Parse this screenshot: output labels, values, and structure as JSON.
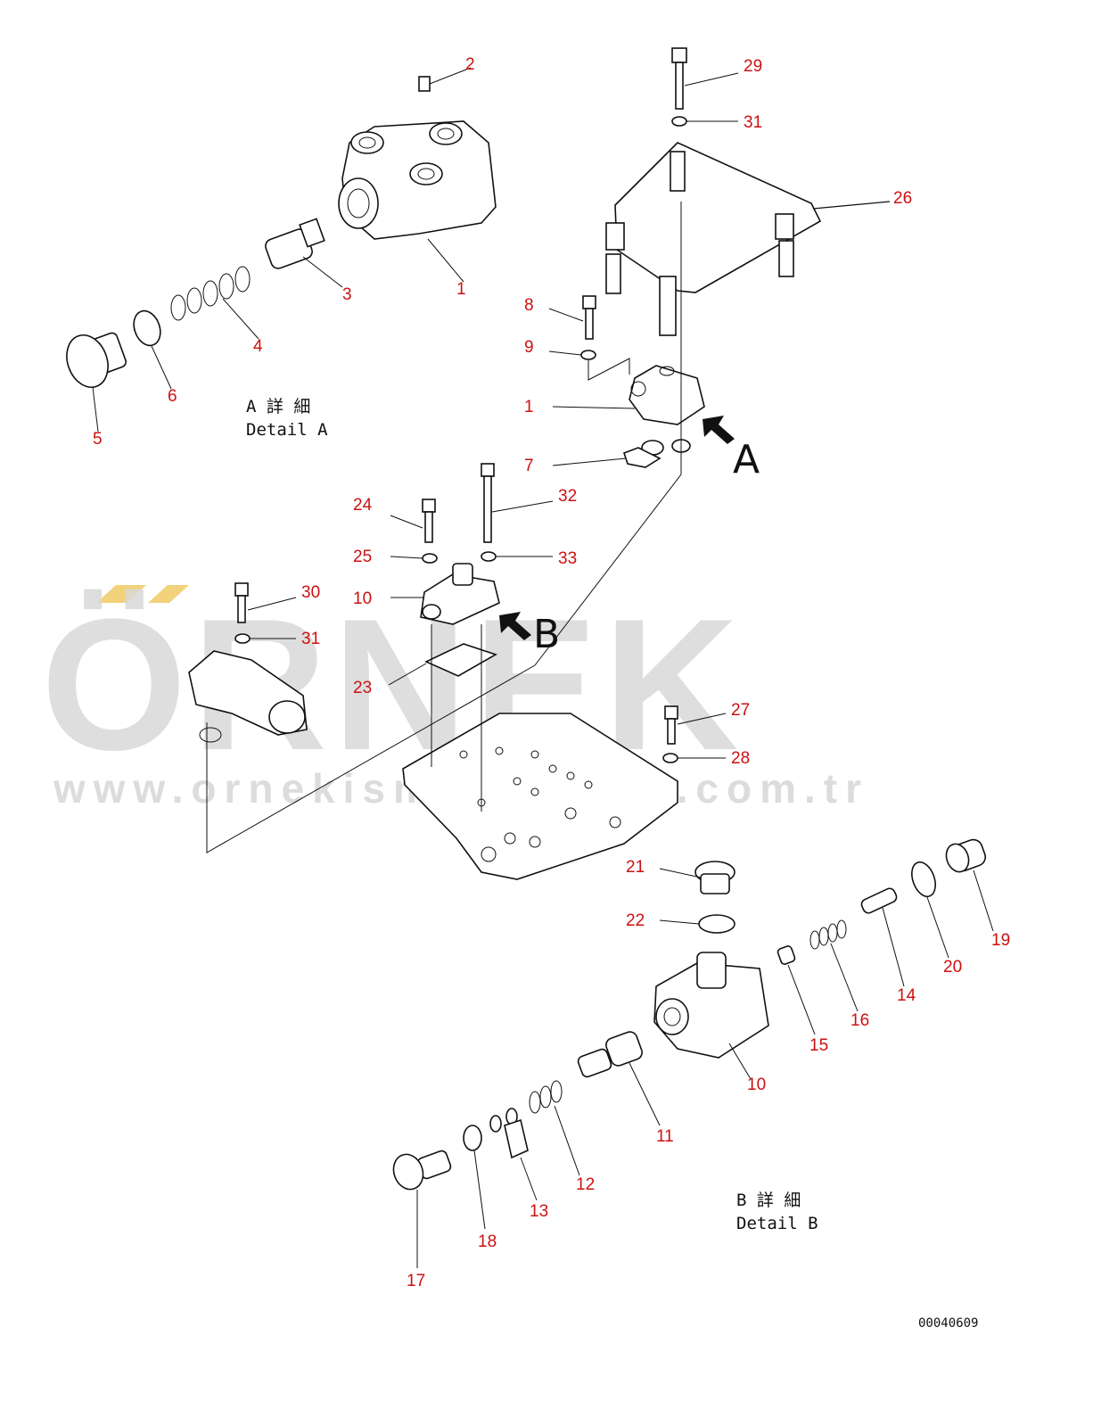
{
  "drawing_number": "00040609",
  "watermark": {
    "brand": "ÖRNEK",
    "url": "www.ornekismakinalari.com.tr"
  },
  "detail_a": {
    "jp": "A 詳 細",
    "en": "Detail A",
    "marker": "A"
  },
  "detail_b": {
    "jp": "B 詳 細",
    "en": "Detail B",
    "marker": "B"
  },
  "callouts": [
    {
      "id": "c2",
      "label": "2"
    },
    {
      "id": "c29",
      "label": "29"
    },
    {
      "id": "c31a",
      "label": "31"
    },
    {
      "id": "c26",
      "label": "26"
    },
    {
      "id": "c3",
      "label": "3"
    },
    {
      "id": "c1a",
      "label": "1"
    },
    {
      "id": "c4",
      "label": "4"
    },
    {
      "id": "c8",
      "label": "8"
    },
    {
      "id": "c9",
      "label": "9"
    },
    {
      "id": "c6",
      "label": "6"
    },
    {
      "id": "c1b",
      "label": "1"
    },
    {
      "id": "c5",
      "label": "5"
    },
    {
      "id": "c7",
      "label": "7"
    },
    {
      "id": "c24",
      "label": "24"
    },
    {
      "id": "c32",
      "label": "32"
    },
    {
      "id": "c25",
      "label": "25"
    },
    {
      "id": "c33",
      "label": "33"
    },
    {
      "id": "c30",
      "label": "30"
    },
    {
      "id": "c10a",
      "label": "10"
    },
    {
      "id": "c31b",
      "label": "31"
    },
    {
      "id": "c23",
      "label": "23"
    },
    {
      "id": "c27",
      "label": "27"
    },
    {
      "id": "c28",
      "label": "28"
    },
    {
      "id": "c21",
      "label": "21"
    },
    {
      "id": "c22",
      "label": "22"
    },
    {
      "id": "c19",
      "label": "19"
    },
    {
      "id": "c20",
      "label": "20"
    },
    {
      "id": "c14",
      "label": "14"
    },
    {
      "id": "c16",
      "label": "16"
    },
    {
      "id": "c15",
      "label": "15"
    },
    {
      "id": "c10b",
      "label": "10"
    },
    {
      "id": "c11",
      "label": "11"
    },
    {
      "id": "c12",
      "label": "12"
    },
    {
      "id": "c13",
      "label": "13"
    },
    {
      "id": "c18",
      "label": "18"
    },
    {
      "id": "c17",
      "label": "17"
    }
  ],
  "colors": {
    "callout": "#cc1111",
    "line": "#111111",
    "watermark": "#d9d9d9",
    "watermark_accent": "#f2d27a"
  }
}
